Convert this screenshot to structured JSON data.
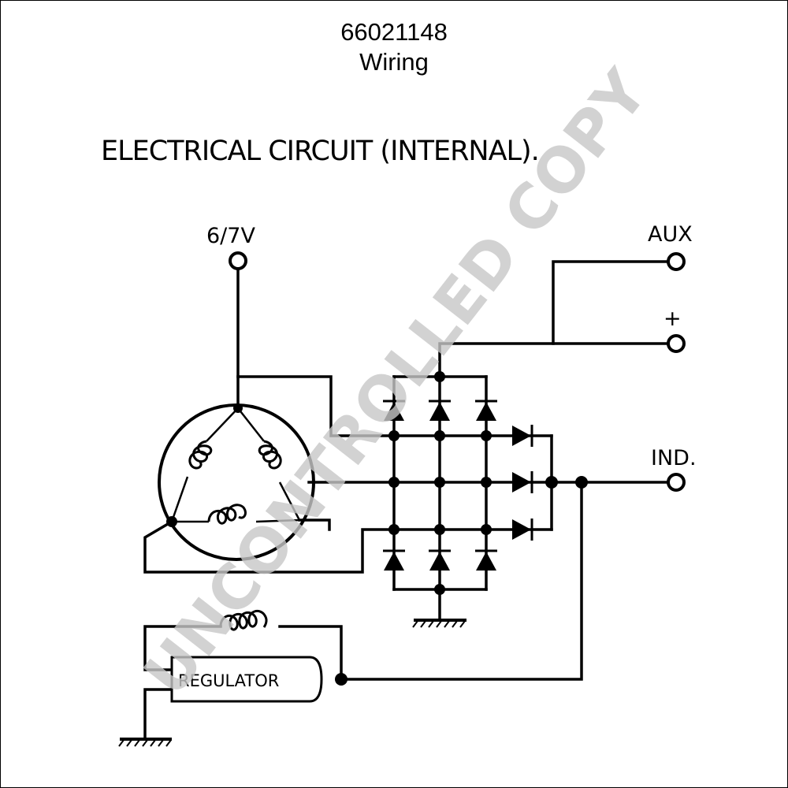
{
  "header": {
    "part_number": "66021148",
    "subtitle": "Wiring"
  },
  "diagram": {
    "heading": "ELECTRICAL CIRCUIT (INTERNAL).",
    "terminals": {
      "six_seven_v": "6/7V",
      "aux": "AUX",
      "plus": "+",
      "ind": "IND."
    },
    "regulator_label": "REGULATOR",
    "watermark": "UNCONTROLLED COPY"
  }
}
